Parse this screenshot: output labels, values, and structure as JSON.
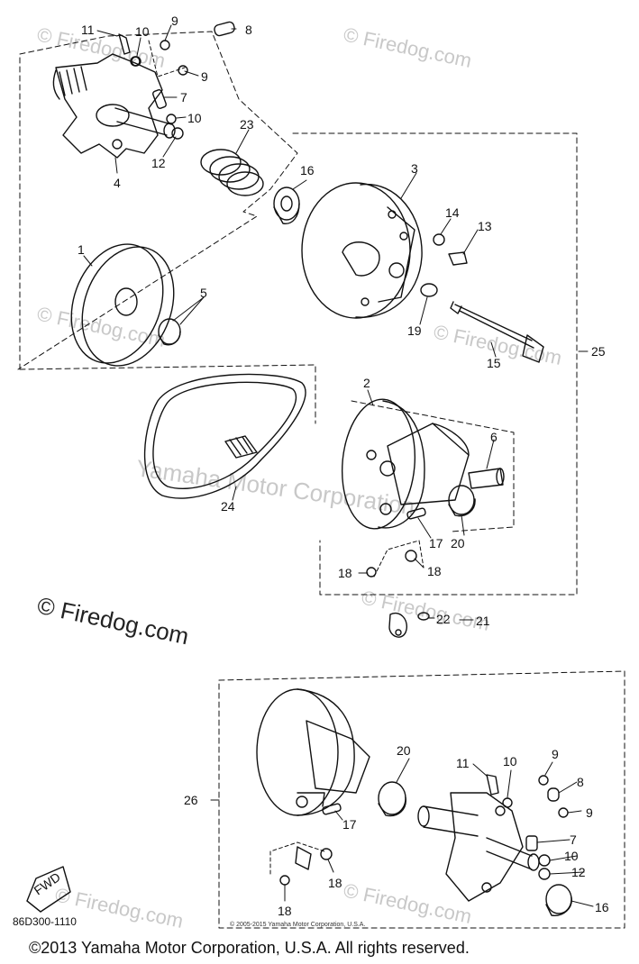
{
  "watermark": {
    "text": "© Firedog.com",
    "brand": "Yamaha Motor Corporation"
  },
  "part_code": "86D300-1110",
  "fwd_label": "FWD",
  "tiny_copyright": "© 2005-2015 Yamaha Motor Corporation, U.S.A.",
  "footer_copyright": "©2013 Yamaha Motor Corporation, U.S.A. All rights reserved.",
  "callouts": {
    "c1": "1",
    "c2": "2",
    "c3": "3",
    "c4": "4",
    "c5": "5",
    "c6": "6",
    "c7": "7",
    "c8": "8",
    "c9a": "9",
    "c9b": "9",
    "c10a": "10",
    "c10b": "10",
    "c11": "11",
    "c12": "12",
    "c13": "13",
    "c14": "14",
    "c15": "15",
    "c16": "16",
    "c17": "17",
    "c18a": "18",
    "c18b": "18",
    "c19": "19",
    "c20": "20",
    "c21": "21",
    "c22": "22",
    "c23": "23",
    "c24": "24",
    "c25": "25",
    "d7": "7",
    "d8": "8",
    "d9a": "9",
    "d9b": "9",
    "d10a": "10",
    "d10b": "10",
    "d11": "11",
    "d12": "12",
    "d16": "16",
    "d17": "17",
    "d18a": "18",
    "d18b": "18",
    "d20": "20",
    "d26": "26"
  },
  "colors": {
    "ink": "#111111",
    "watermark": "#c8c8c8"
  }
}
